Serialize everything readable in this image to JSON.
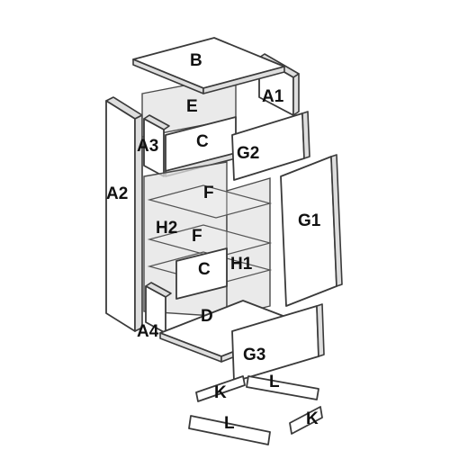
{
  "diagram": {
    "labels": {
      "top_panel": "B",
      "right_side_upper": "A1",
      "back_upper": "E",
      "left_upper_part": "A3",
      "upper_shelf": "C",
      "drawer_front": "G2",
      "left_side_panel": "A2",
      "glass_shelf_upper": "F",
      "glass_back_left": "H2",
      "glass_shelf_lower": "F",
      "door_panel": "G1",
      "lower_shelf": "C",
      "glass_back_right": "H1",
      "bottom_panel": "D",
      "left_lower_part": "A4",
      "lower_front": "G3",
      "leg_upper_left": "K",
      "leg_upper_right": "L",
      "leg_lower_left": "L",
      "leg_lower_right": "K"
    }
  }
}
